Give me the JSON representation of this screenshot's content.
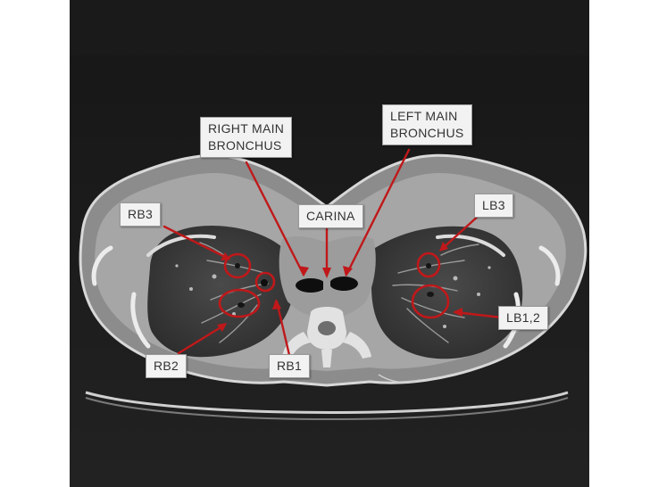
{
  "image": {
    "subject": "axial chest CT, lung window",
    "colors": {
      "frame_bg": "#1c1c1c",
      "page_bg": "#ffffff",
      "annotation_red": "#c0181a",
      "label_bg": "#f2f2f2"
    }
  },
  "labels": {
    "right_main_bronchus": "RIGHT MAIN\nBRONCHUS",
    "left_main_bronchus": "LEFT MAIN\nBRONCHUS",
    "carina": "CARINA",
    "rb3": "RB3",
    "lb3": "LB3",
    "lb12": "LB1,2",
    "rb2": "RB2",
    "rb1": "RB1"
  }
}
